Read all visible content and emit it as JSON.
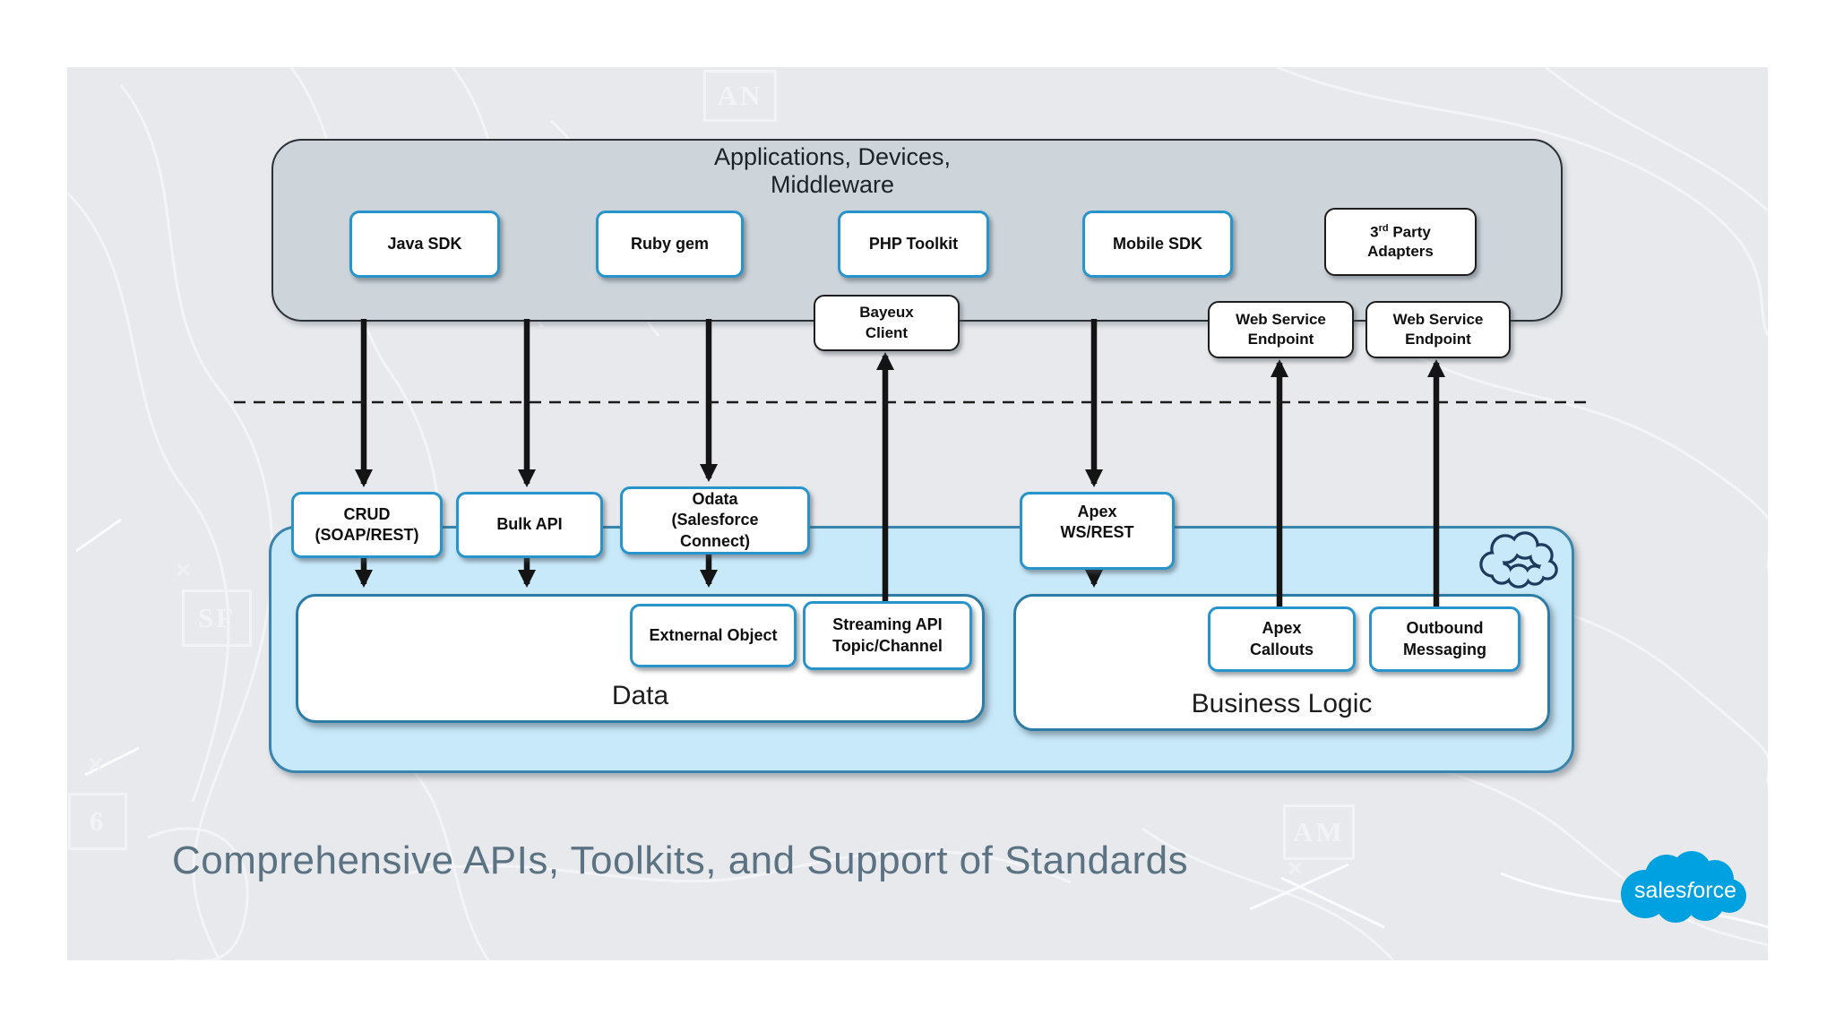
{
  "colors": {
    "slide_background": "#e7e9ec",
    "apps_container_fill": "#cdd4da",
    "platform_container_fill": "#c8e9fa",
    "accent_blue_border": "#2795cc",
    "section_border_blue": "#2d7ca6",
    "arrow_black": "#141414",
    "caption_gray_blue": "#5b7282",
    "salesforce_blue": "#00a1e0"
  },
  "slide": {
    "apps_container": {
      "title": "Applications, Devices, Middleware"
    },
    "sdk_boxes": {
      "java": "Java SDK",
      "ruby": "Ruby gem",
      "php": "PHP Toolkit",
      "mobile": "Mobile SDK",
      "third_party": {
        "pre": "3",
        "sup": "rd",
        "post": " Party",
        "line2": "Adapters"
      }
    },
    "endpoint_boxes": {
      "bayeux": "Bayeux\nClient",
      "ws1": "Web Service\nEndpoint",
      "ws2": "Web Service\nEndpoint"
    },
    "api_boxes": {
      "crud": "CRUD\n(SOAP/REST)",
      "bulk": "Bulk API",
      "odata": "Odata\n(Salesforce\nConnect)",
      "apex": "Apex\nWS/REST"
    },
    "data_section": {
      "label": "Data",
      "external_object": "Extnernal Object",
      "streaming": "Streaming API\nTopic/Channel"
    },
    "business_section": {
      "label": "Business Logic",
      "apex_callouts": "Apex\nCallouts",
      "outbound": "Outbound\nMessaging"
    },
    "caption": "Comprehensive APIs, Toolkits, and Support of Standards",
    "logo": {
      "pre": "sales",
      "f": "f",
      "post": "orce"
    },
    "watermarks": {
      "top": "AN",
      "left": "SF",
      "bottom_right": "AM",
      "bottom_left": "6",
      "x": "×"
    }
  }
}
